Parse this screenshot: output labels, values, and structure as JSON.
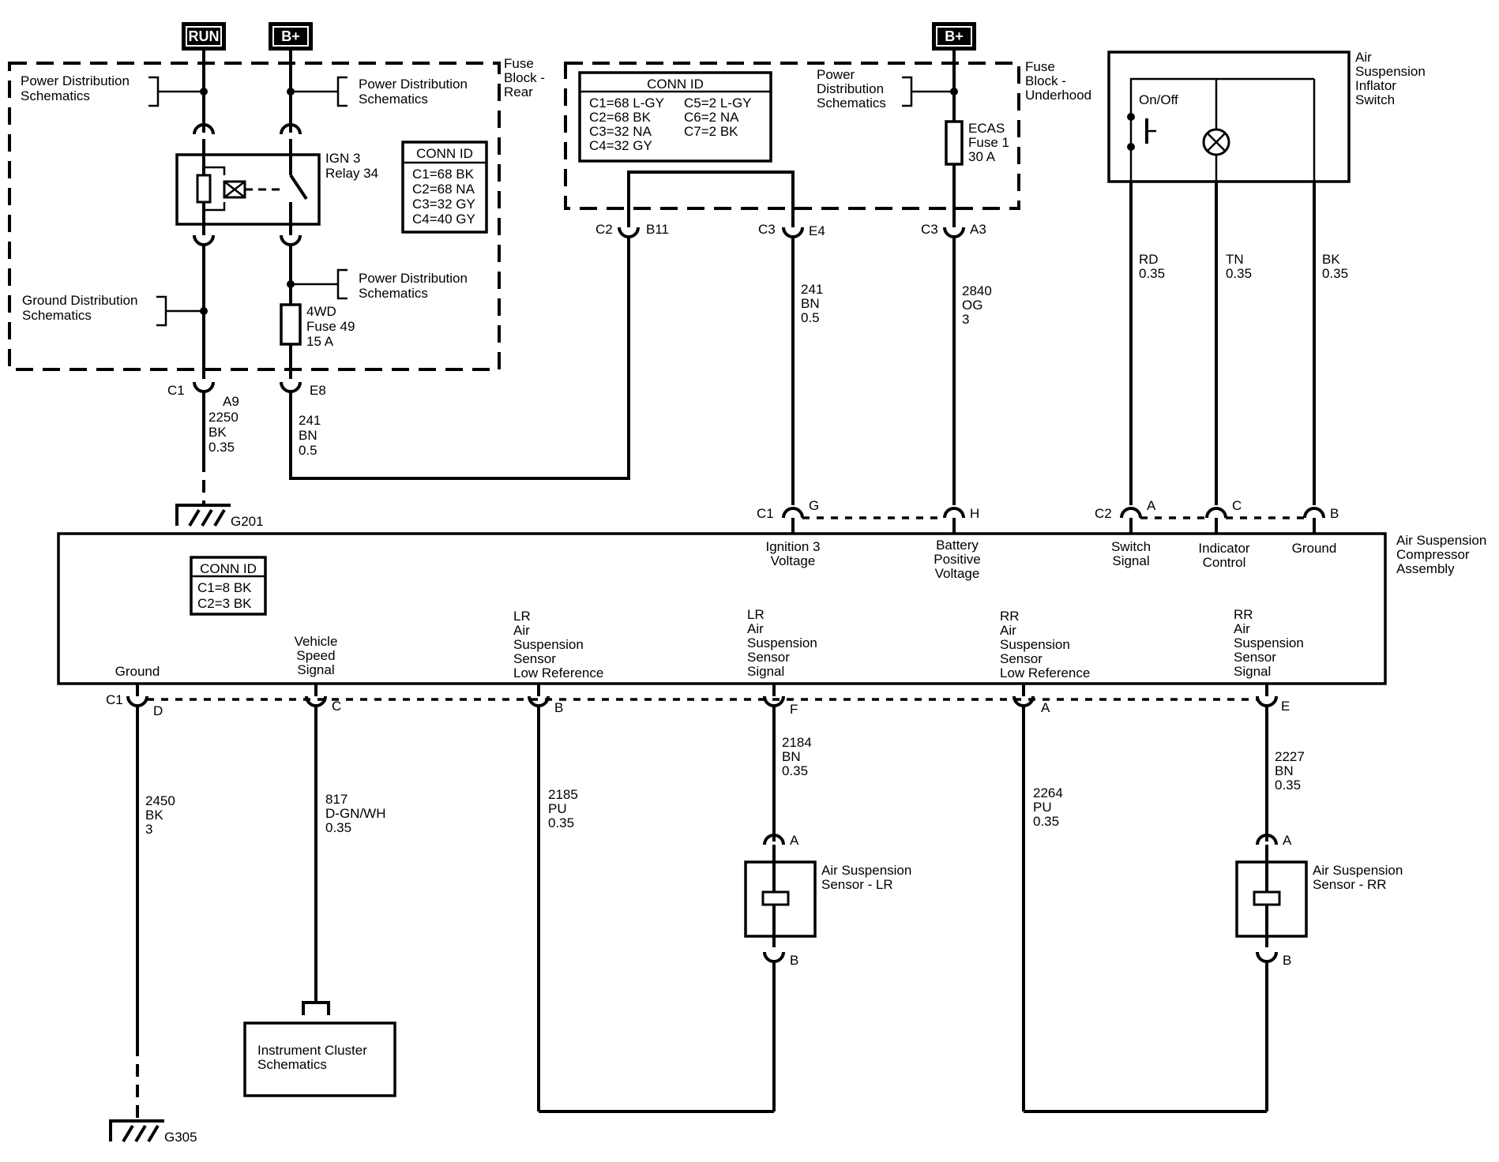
{
  "sources": {
    "run": "RUN",
    "bplus_left": "B+",
    "bplus_right": "B+"
  },
  "fuse_block_rear": {
    "title": [
      "Fuse",
      "Block -",
      "Rear"
    ],
    "pd_top_left": [
      "Power Distribution",
      "Schematics"
    ],
    "pd_top_right": [
      "Power Distribution",
      "Schematics"
    ],
    "pd_mid": [
      "Power Distribution",
      "Schematics"
    ],
    "gd": [
      "Ground Distribution",
      "Schematics"
    ],
    "relay": [
      "IGN 3",
      "Relay 34"
    ],
    "fuse": [
      "4WD",
      "Fuse 49",
      "15 A"
    ],
    "conn_id": {
      "title": "CONN ID",
      "rows": [
        "C1=68 BK",
        "C2=68 NA",
        "C3=32 GY",
        "C4=40 GY"
      ]
    }
  },
  "fuse_block_underhood": {
    "title": [
      "Fuse",
      "Block -",
      "Underhood"
    ],
    "pd": [
      "Power",
      "Distribution",
      "Schematics"
    ],
    "fuse": [
      "ECAS",
      "Fuse 1",
      "30 A"
    ],
    "conn_id": {
      "title": "CONN ID",
      "col1": [
        "C1=68 L-GY",
        "C2=68 BK",
        "C3=32 NA",
        "C4=32 GY"
      ],
      "col2": [
        "C5=2 L-GY",
        "C6=2 NA",
        "C7=2 BK"
      ]
    }
  },
  "inflator_switch": {
    "title": [
      "Air",
      "Suspension",
      "Inflator",
      "Switch"
    ],
    "on_off": "On/Off"
  },
  "connectors_top": {
    "rear_c1": "C1",
    "rear_c1_pin": "A9",
    "rear_e8": "E8",
    "uh_c2": "C2",
    "uh_c2_pin": "B11",
    "uh_c3a": "C3",
    "uh_c3a_pin": "E4",
    "uh_c3b": "C3",
    "uh_c3b_pin": "A3",
    "comp_c1": "C1",
    "comp_g": "G",
    "comp_h": "H",
    "comp_c2": "C2",
    "comp_a": "A",
    "comp_c": "C",
    "comp_b": "B"
  },
  "wires": {
    "w2250": [
      "2250",
      "BK",
      "0.35"
    ],
    "w241_left": [
      "241",
      "BN",
      "0.5"
    ],
    "w241_right": [
      "241",
      "BN",
      "0.5"
    ],
    "w2840": [
      "2840",
      "OG",
      "3"
    ],
    "w_rd": [
      "RD",
      "0.35"
    ],
    "w_tn": [
      "TN",
      "0.35"
    ],
    "w_bk": [
      "BK",
      "0.35"
    ],
    "w2450": [
      "2450",
      "BK",
      "3"
    ],
    "w817": [
      "817",
      "D-GN/WH",
      "0.35"
    ],
    "w2185": [
      "2185",
      "PU",
      "0.35"
    ],
    "w2184": [
      "2184",
      "BN",
      "0.35"
    ],
    "w2264": [
      "2264",
      "PU",
      "0.35"
    ],
    "w2227": [
      "2227",
      "BN",
      "0.35"
    ]
  },
  "grounds": {
    "g201": "G201",
    "g305": "G305"
  },
  "compressor": {
    "title": [
      "Air Suspension",
      "Compressor",
      "Assembly"
    ],
    "conn_id": {
      "title": "CONN ID",
      "rows": [
        "C1=8 BK",
        "C2=3 BK"
      ]
    },
    "top_labels": {
      "ign": [
        "Ignition 3",
        "Voltage"
      ],
      "batt": [
        "Battery",
        "Positive",
        "Voltage"
      ],
      "sw": [
        "Switch",
        "Signal"
      ],
      "ind": [
        "Indicator",
        "Control"
      ],
      "gnd": [
        "Ground"
      ]
    },
    "bottom_labels": {
      "ground": [
        "Ground"
      ],
      "vss": [
        "Vehicle",
        "Speed",
        "Signal"
      ],
      "lr_low": [
        "LR",
        "Air",
        "Suspension",
        "Sensor",
        "Low Reference"
      ],
      "lr_sig": [
        "LR",
        "Air",
        "Suspension",
        "Sensor",
        "Signal"
      ],
      "rr_low": [
        "RR",
        "Air",
        "Suspension",
        "Sensor",
        "Low Reference"
      ],
      "rr_sig": [
        "RR",
        "Air",
        "Suspension",
        "Sensor",
        "Signal"
      ]
    }
  },
  "connectors_bottom": {
    "c1": "C1",
    "d": "D",
    "c": "C",
    "b": "B",
    "f": "F",
    "a": "A",
    "e": "E"
  },
  "sensors": {
    "lr": {
      "label": [
        "Air Suspension",
        "Sensor - LR"
      ],
      "pin_a": "A",
      "pin_b": "B"
    },
    "rr": {
      "label": [
        "Air Suspension",
        "Sensor - RR"
      ],
      "pin_a": "A",
      "pin_b": "B"
    }
  },
  "cluster": [
    "Instrument Cluster",
    "Schematics"
  ]
}
